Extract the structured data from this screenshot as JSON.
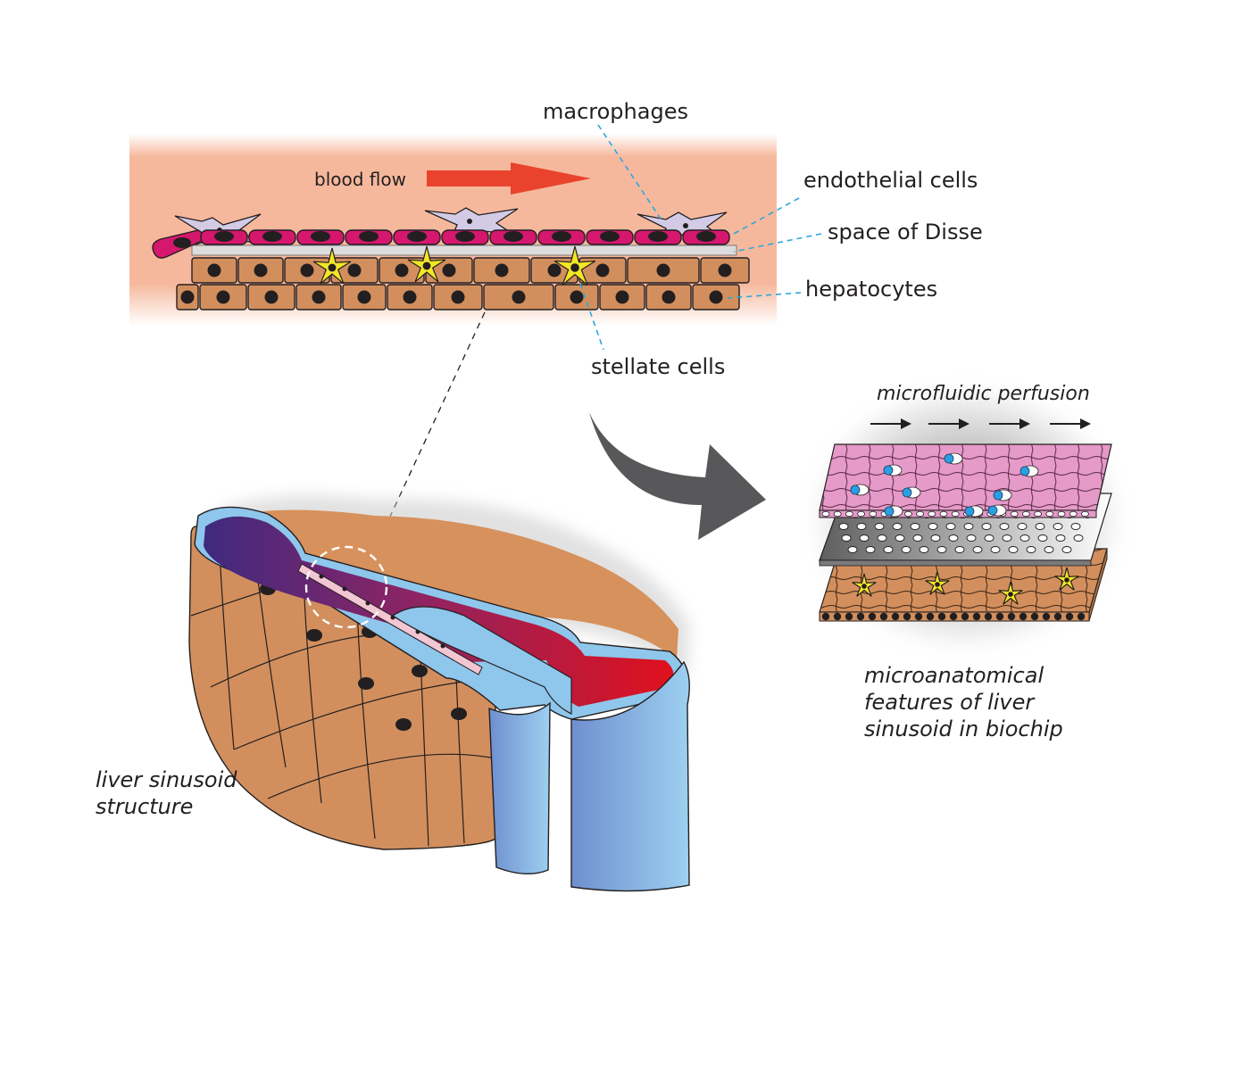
{
  "labels": {
    "macrophages": "macrophages",
    "blood_flow": "blood flow",
    "endothelial_cells": "endothelial cells",
    "space_of_disse": "space of Disse",
    "hepatocytes": "hepatocytes",
    "stellate_cells": "stellate cells",
    "microfluidic_perfusion": "microfluidic perfusion",
    "biochip_caption": [
      "microanatomical",
      "features of liver",
      "sinusoid in biochip"
    ],
    "sinusoid_caption": [
      "liver sinusoid",
      "structure"
    ]
  },
  "colors": {
    "blood_band": "#f6b89c",
    "flow_arrow": "#e9432d",
    "endothelium": "#d6176e",
    "macrophage": "#d3cbe6",
    "hepatocyte": "#d28f5d",
    "stellate": "#f2e626",
    "leader_lines": "#2aa7dc",
    "vessel_blue": "#8fc6ec",
    "blood_purple": "#4a2b7e",
    "blood_red": "#e0111d",
    "endothelial_layer": "#e59ac8",
    "membrane": "#9a9a9a",
    "process_arrow": "#58585a"
  },
  "icons": {
    "flow_arrow": "arrow-right-icon",
    "process_arrow": "curved-arrow-icon",
    "perfusion_arrows": "arrow-right-icon"
  }
}
